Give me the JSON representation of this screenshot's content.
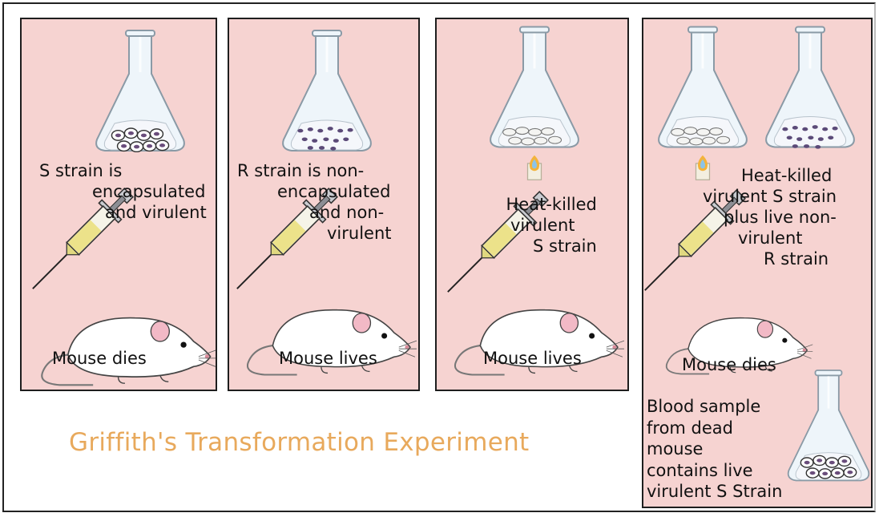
{
  "title": "Griffith's Transformation Experiment",
  "panels": [
    {
      "label": [
        "S strain is",
        "encapsulated",
        "and virulent"
      ],
      "result": "Mouse dies"
    },
    {
      "label": [
        "R strain is non-",
        "encapsulated",
        "and non-",
        "virulent"
      ],
      "result": "Mouse lives"
    },
    {
      "label": [
        "Heat-killed",
        "virulent",
        "S strain"
      ],
      "result": "Mouse lives"
    },
    {
      "label": [
        "Heat-killed",
        "virulent S strain",
        "plus live non-",
        "virulent",
        "R strain"
      ],
      "result": "Mouse dies",
      "blood": [
        "Blood sample",
        "from dead",
        "mouse",
        "contains live",
        "virulent S Strain"
      ]
    }
  ],
  "colors": {
    "panel": "#f6d3d1",
    "title": "#e8a95c",
    "liquid_yellow": "#ece28a",
    "flame": "#f3b33c"
  },
  "icons": [
    "flask-icon",
    "syringe-icon",
    "mouse-icon",
    "flame-icon",
    "bacteria-icon"
  ]
}
